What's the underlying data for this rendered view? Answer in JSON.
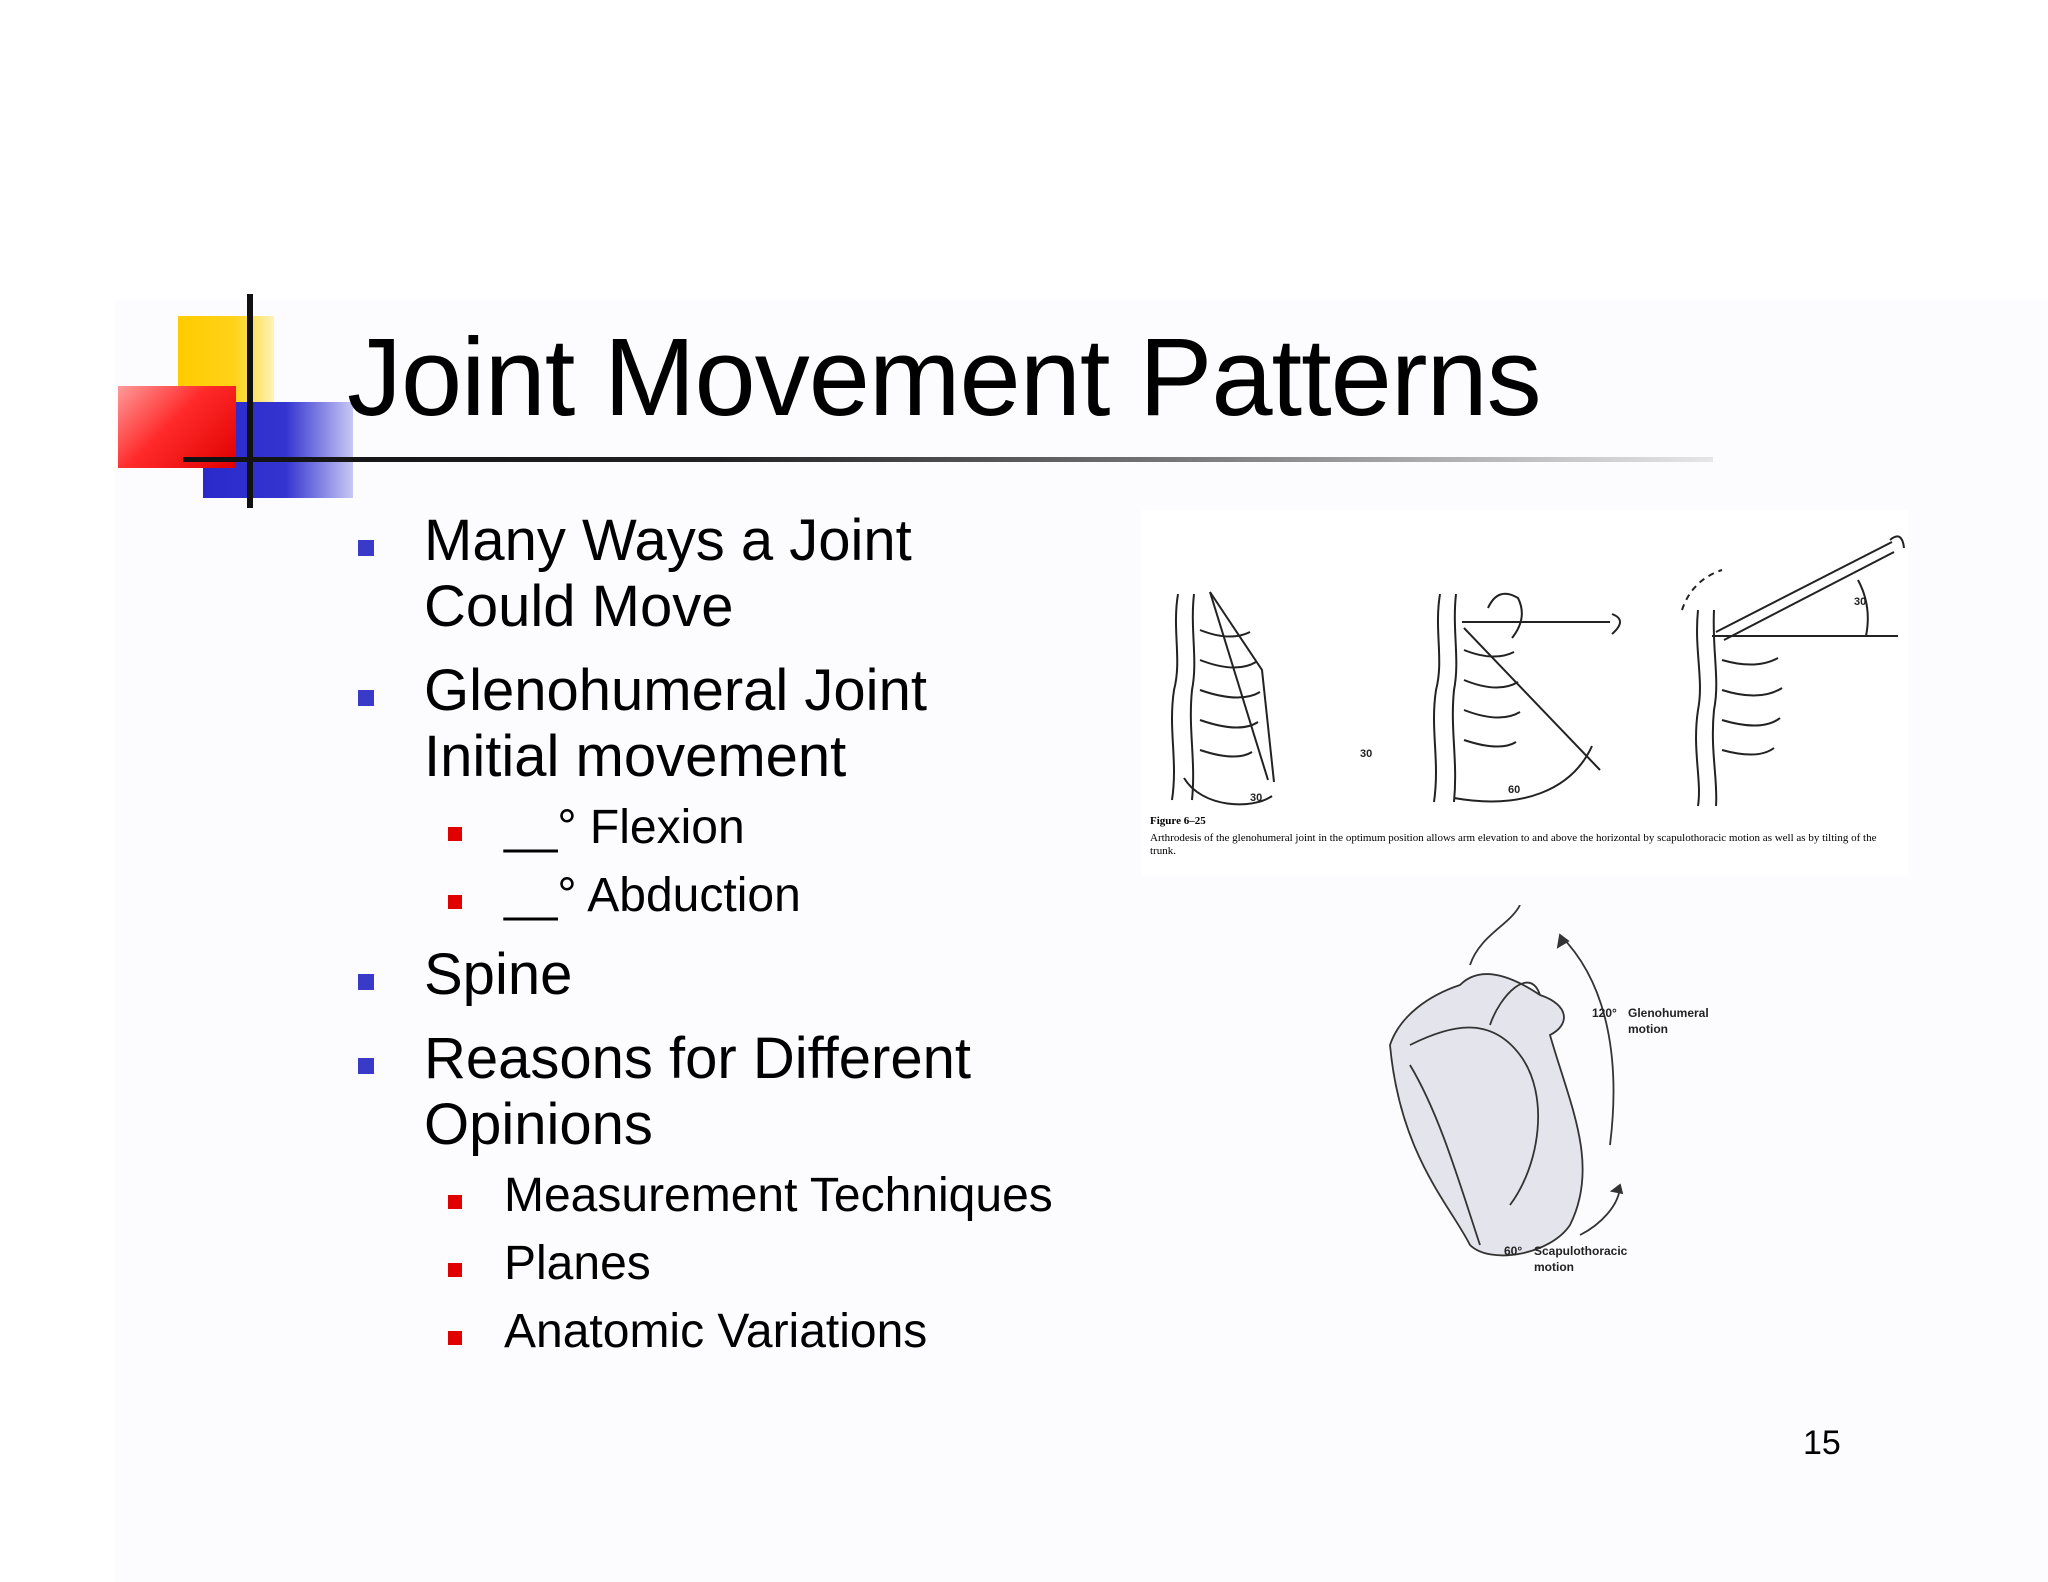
{
  "slide": {
    "title": "Joint Movement Patterns",
    "page_number": "15"
  },
  "bullets": [
    {
      "text": "Many Ways a Joint Could Move",
      "subitems": []
    },
    {
      "text": "Glenohumeral Joint Initial movement",
      "subitems": [
        "__° Flexion",
        "__° Abduction"
      ]
    },
    {
      "text": "Spine",
      "subitems": []
    },
    {
      "text": "Reasons for Different Opinions",
      "subitems": [
        "Measurement Techniques",
        "Planes",
        "Anatomic Variations"
      ]
    }
  ],
  "figure_top": {
    "label": "Figure 6–25",
    "caption": "Arthrodesis of the glenohumeral joint in the optimum position allows arm elevation to and above the horizontal by scapulothoracic motion as well as by tilting of the trunk.",
    "angles": [
      "30",
      "30",
      "60",
      "30"
    ]
  },
  "figure_bottom": {
    "label_top_value": "120°",
    "label_top_text": "Glenohumeral motion",
    "label_bottom_value": "60°",
    "label_bottom_text": "Scapulothoracic motion"
  },
  "colors": {
    "bullet_primary": "#3a3ac8",
    "bullet_secondary": "#e00000",
    "accent_yellow": "#ffcc00",
    "accent_blue": "#2a2acc",
    "accent_red": "#ff2a2a"
  }
}
